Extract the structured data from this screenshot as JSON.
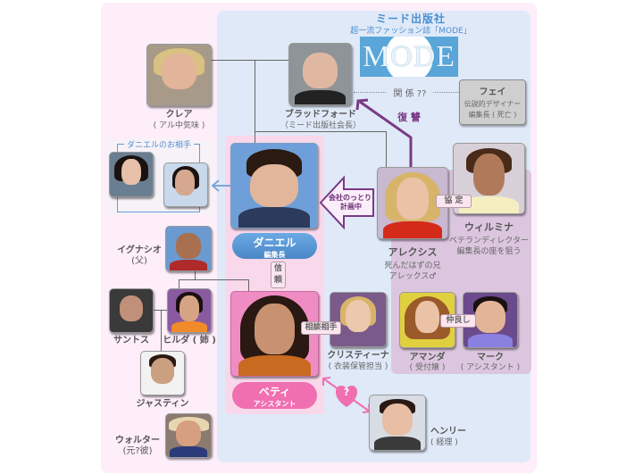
{
  "company": {
    "title": "ミード出版社",
    "subtitle": "超一流ファッション誌「MODE」",
    "logo_text": "MODE"
  },
  "relations": {
    "relation_unknown": "関 係 ??",
    "revenge": "復 讐",
    "takeover_line1": "会社のっとり",
    "takeover_line2": "計画中",
    "agreement": "協 定",
    "trust": "信頼",
    "trust_chars": [
      "信",
      "頼"
    ],
    "confidant": "相談相手",
    "friends": "仲良し",
    "love_question": "?"
  },
  "partners_group": {
    "label": "ダニエルのお相手"
  },
  "characters": {
    "claire": {
      "name": "クレア",
      "role": "( アル中気味 )"
    },
    "bradford": {
      "name": "ブラッドフォード",
      "role": "（ミード出版社会長）"
    },
    "faye": {
      "name": "フェイ",
      "role_line1": "伝説的デザイナー",
      "role_line2": "編集長 ( 死亡 )"
    },
    "daniel": {
      "name": "ダニエル",
      "role": "編集長"
    },
    "betty": {
      "name": "ベティ",
      "role": "アシスタント"
    },
    "alexis": {
      "name": "アレクシス",
      "role_line1": "死んだはずの兄",
      "role_line2": "アレックス♂"
    },
    "wilhelmina": {
      "name": "ウィルミナ",
      "role_line1": "ベテランディレクター",
      "role_line2": "編集長の座を狙う"
    },
    "christina": {
      "name": "クリスティーナ",
      "role": "( 衣装保管担当 )"
    },
    "amanda": {
      "name": "アマンダ",
      "role": "( 受付嬢 )"
    },
    "marc": {
      "name": "マーク",
      "role": "( アシスタント )"
    },
    "henry": {
      "name": "ヘンリー",
      "role": "( 経理 )"
    },
    "ignacio": {
      "name": "イグナシオ",
      "role": "(父)"
    },
    "santos": {
      "name": "サントス"
    },
    "hilda": {
      "name": "ヒルダ ( 姉 )"
    },
    "justin": {
      "name": "ジャスティン"
    },
    "walter": {
      "name": "ウォルター",
      "role": "(元?彼)"
    }
  },
  "colors": {
    "outer_bg": "#fdeefa",
    "company_bg": "#dfe9f8",
    "daniel_pill": "#5a9ad6",
    "betty_pill": "#f06fb0",
    "revenge_purple": "#7a3a84",
    "partner_arrow_blue": "#7aa6d8",
    "love_pink": "#f06fb0"
  }
}
